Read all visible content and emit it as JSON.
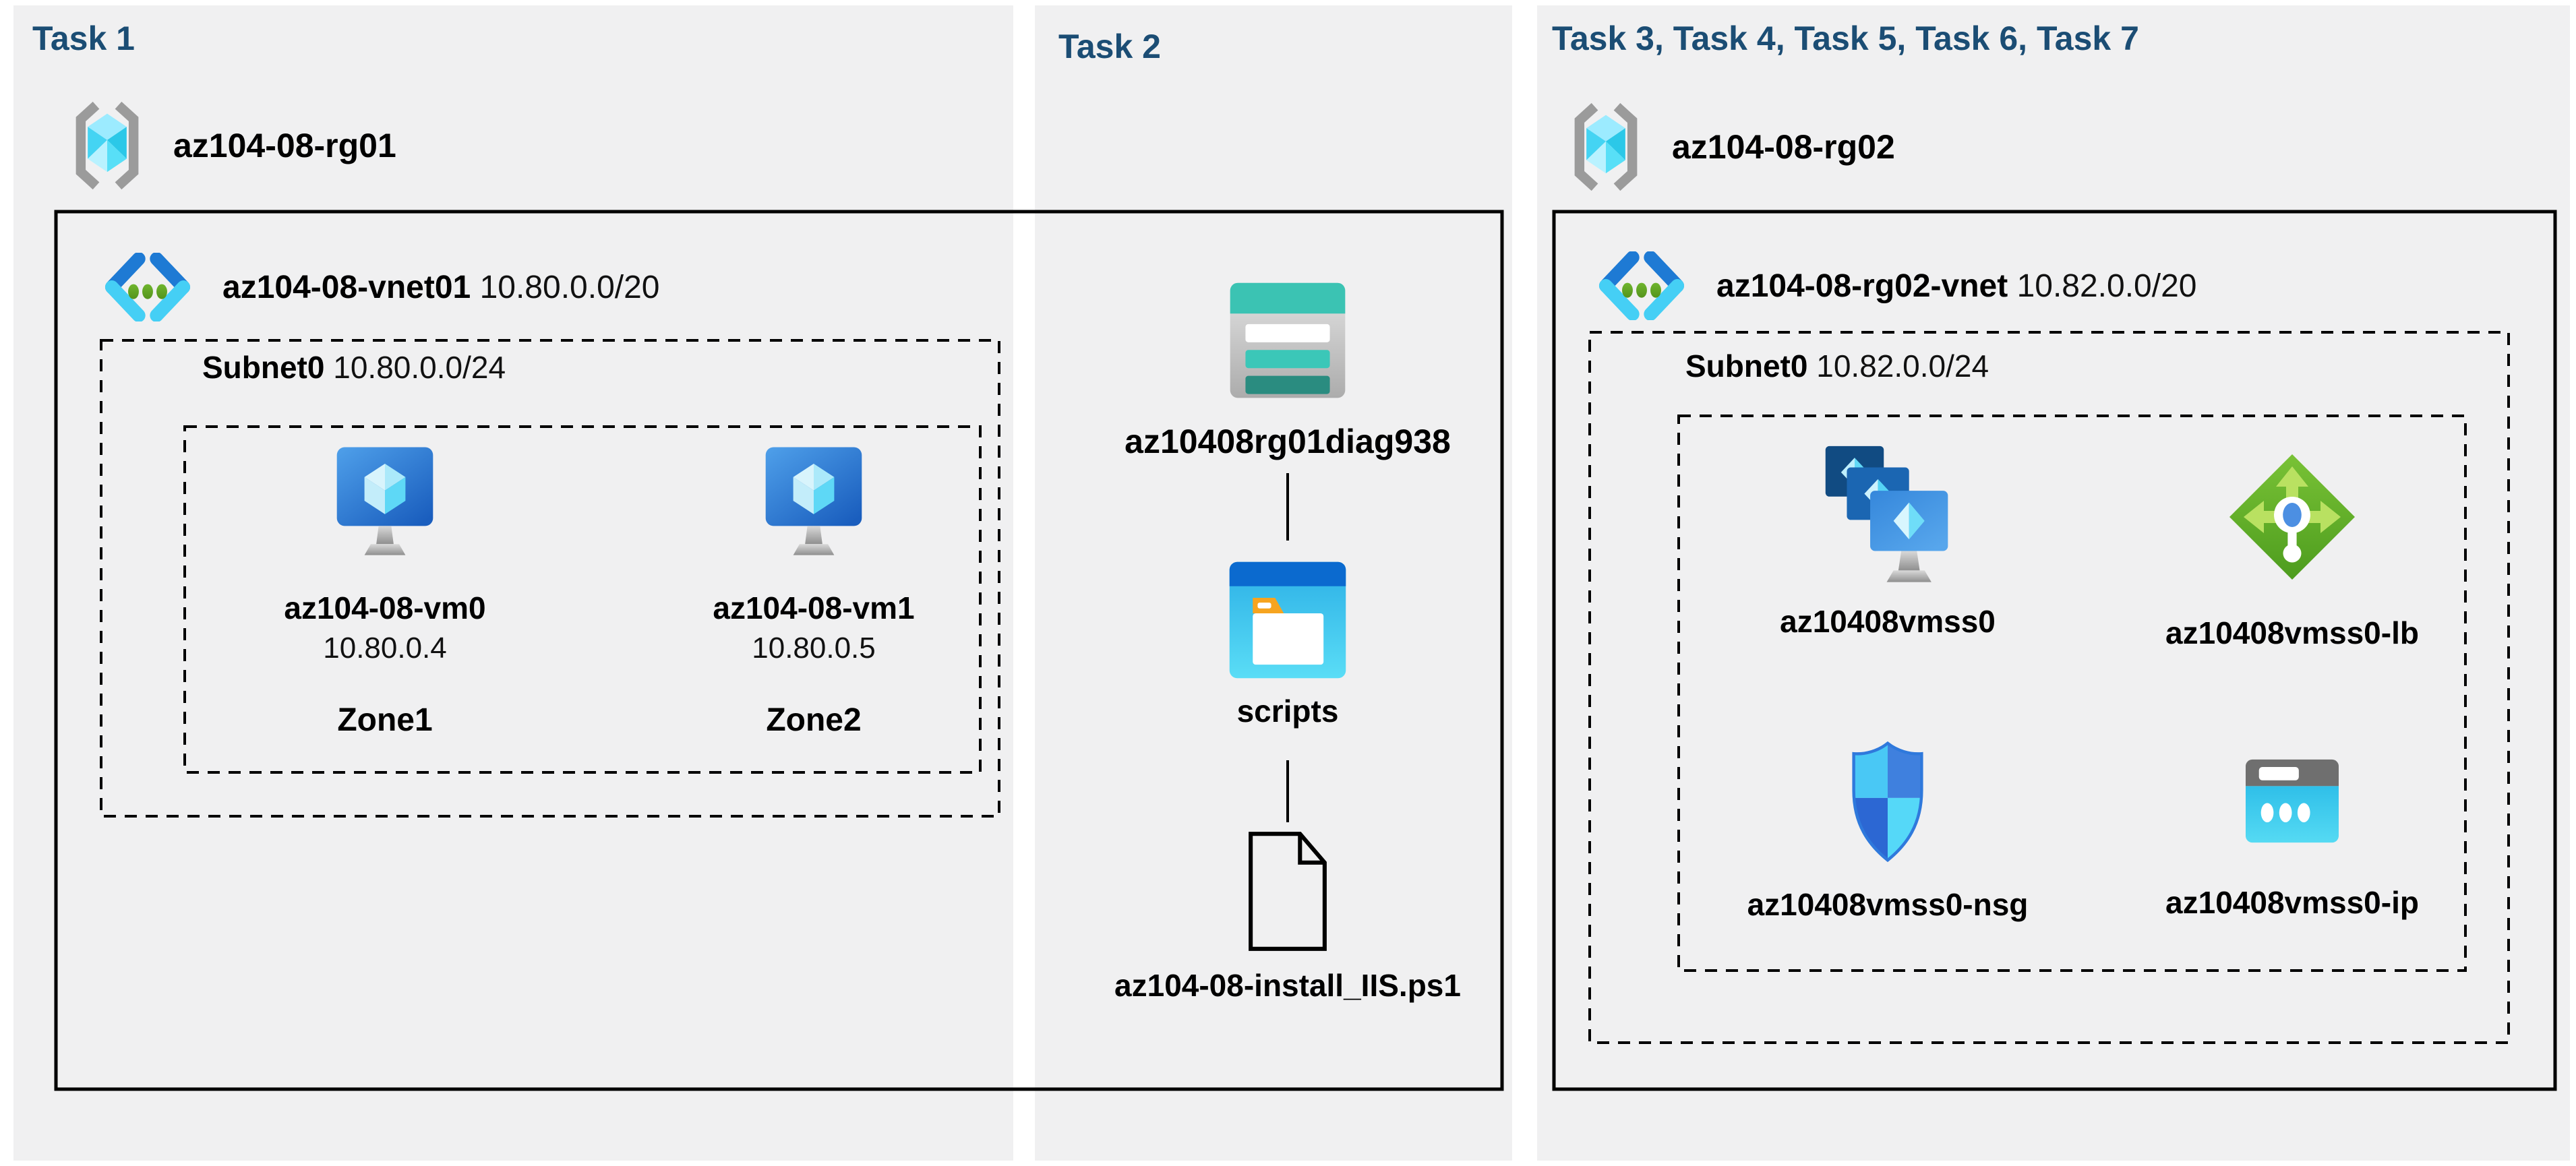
{
  "colors": {
    "panel_bg": "#F0F0F1",
    "title_navy": "#1B4D74",
    "box_border": "#000000",
    "azure_blue": "#1E7AD4",
    "azure_cyan": "#45CFF5",
    "teal": "#3BC3B3",
    "green": "#76BC2D",
    "orange": "#F6A41F"
  },
  "panels": [
    {
      "title": "Task 1"
    },
    {
      "title": "Task 2"
    },
    {
      "title": "Task 3, Task 4, Task 5, Task 6, Task 7"
    }
  ],
  "resource_groups": [
    {
      "name": "az104-08-rg01"
    },
    {
      "name": "az104-08-rg02"
    }
  ],
  "vnet1": {
    "name": "az104-08-vnet01",
    "cidr": "10.80.0.0/20"
  },
  "subnet1": {
    "name": "Subnet0",
    "cidr": "10.80.0.0/24"
  },
  "vms": [
    {
      "name": "az104-08-vm0",
      "ip": "10.80.0.4",
      "zone": "Zone1"
    },
    {
      "name": "az104-08-vm1",
      "ip": "10.80.0.5",
      "zone": "Zone2"
    }
  ],
  "task2": {
    "storage_account": "az10408rg01diag938",
    "container": "scripts",
    "script_file": "az104-08-install_IIS.ps1"
  },
  "vnet2": {
    "name": "az104-08-rg02-vnet",
    "cidr": "10.82.0.0/20"
  },
  "subnet2": {
    "name": "Subnet0",
    "cidr": "10.82.0.0/24"
  },
  "rg02_items": {
    "vmss": "az10408vmss0",
    "load_balancer": "az10408vmss0-lb",
    "nsg": "az10408vmss0-nsg",
    "public_ip": "az10408vmss0-ip"
  }
}
